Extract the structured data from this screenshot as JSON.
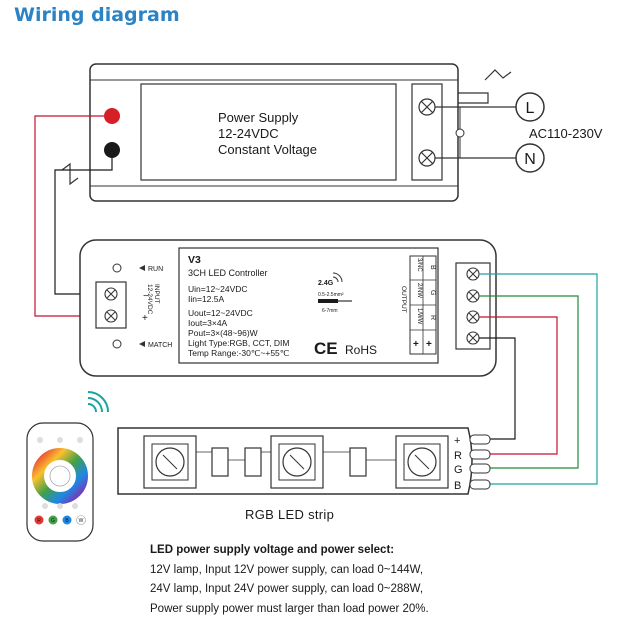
{
  "title": "Wiring diagram",
  "power_supply": {
    "line1": "Power Supply",
    "line2": "12-24VDC",
    "line3": "Constant Voltage",
    "ac_in": "AC110-230V",
    "live": "L",
    "neutral": "N"
  },
  "controller": {
    "model": "V3",
    "name": "3CH LED Controller",
    "uin": "Uin=12~24VDC",
    "iin": "Iin=12.5A",
    "uout": "Uout=12~24VDC",
    "iout": "Iout=3×4A",
    "pout": "Pout=3×(48~96)W",
    "light_type": "Light Type:RGB, CCT, DIM",
    "temp_range": "Temp Range:-30℃~+55℃",
    "run": "RUN",
    "match": "MATCH",
    "input_label": "INPUT",
    "input_voltage": "12-24VDC",
    "minus": "−",
    "plus": "+",
    "freq": "2.4G",
    "wire_gauge": "0.5-2.5mm²",
    "strip_length": "6-7mm",
    "ce": "CE",
    "rohs": "RoHS",
    "output_label": "OUTPUT",
    "output_pins": [
      "3/NC",
      "2/NW",
      "1/WW"
    ],
    "output_channels": [
      "B",
      "G",
      "R"
    ],
    "out_plus_1": "+",
    "out_plus_2": "+"
  },
  "strip": {
    "label": "RGB LED strip",
    "pins": [
      "+",
      "R",
      "G",
      "B"
    ]
  },
  "remote": {
    "buttons": [
      "R",
      "G",
      "B",
      "W"
    ]
  },
  "wire_colors": {
    "positive": "#c8102e",
    "negative": "#1a1a1a",
    "red": "#c8102e",
    "green": "#1e8c3a",
    "blue": "#1f62b8",
    "cyan": "#1aa3a3"
  },
  "notes": {
    "heading": "LED power supply voltage and power select:",
    "line1": "12V lamp, Input 12V power supply, can load 0~144W,",
    "line2": "24V lamp, Input 24V power supply, can load 0~288W,",
    "line3": "Power supply power must larger than load power 20%."
  }
}
